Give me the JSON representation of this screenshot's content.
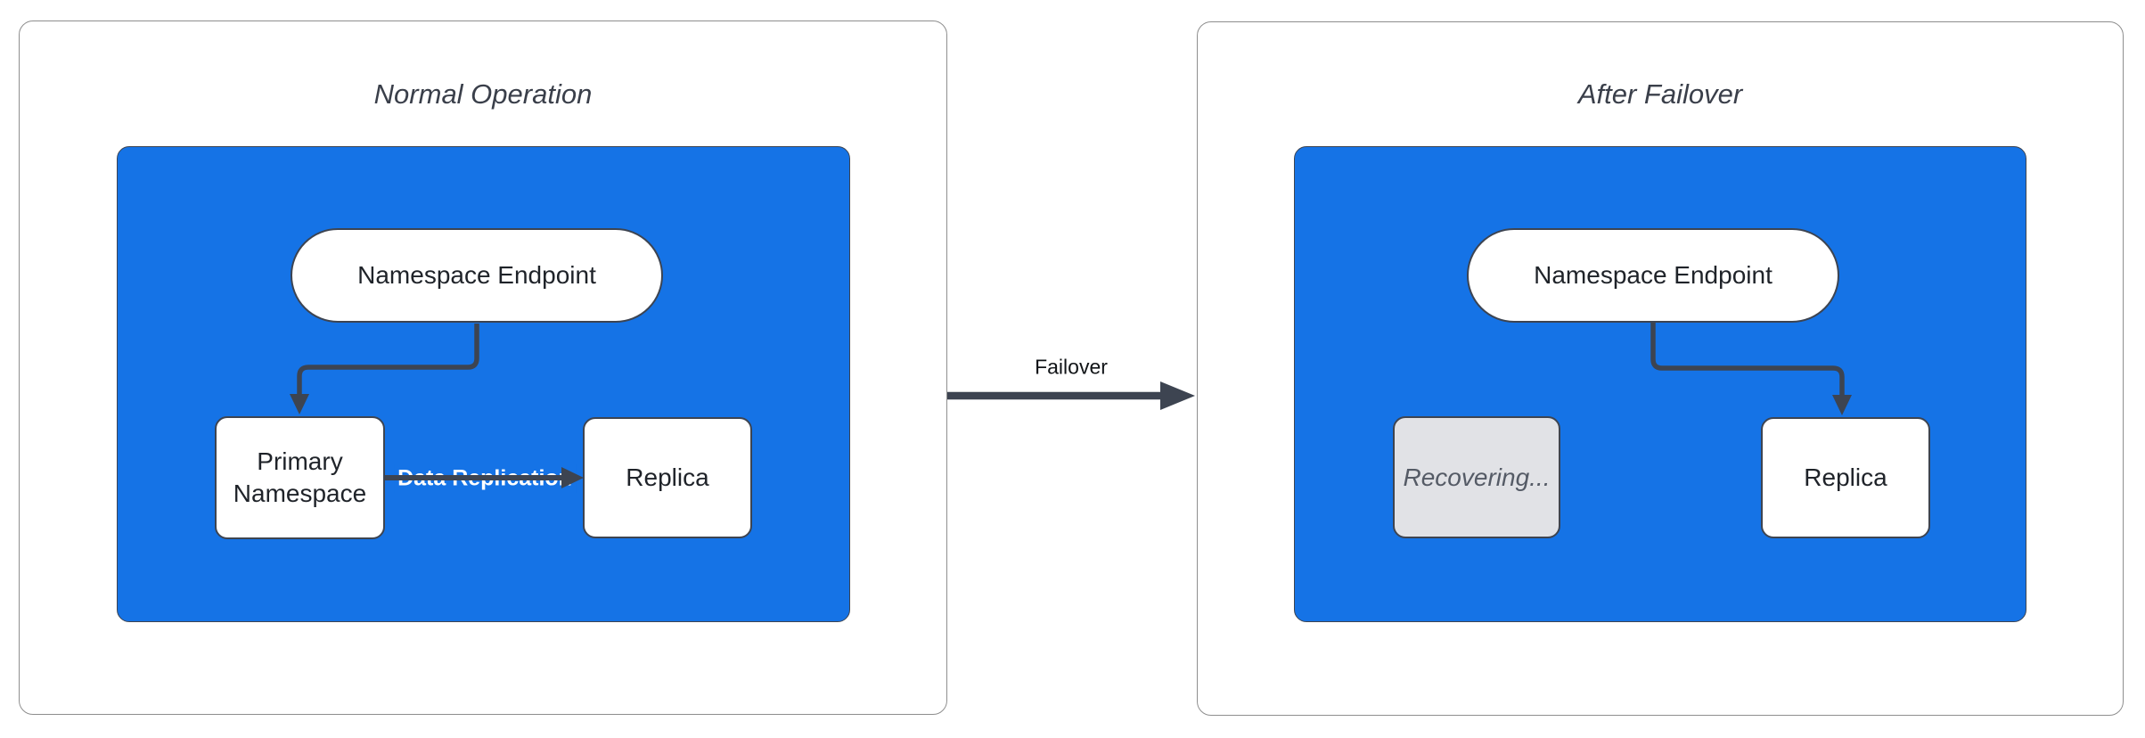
{
  "colors": {
    "container_blue": "#1573E6",
    "stroke": "#3D4451",
    "node_fill": "#FFFFFF",
    "recovering_fill": "#E1E2E6",
    "recovering_text": "#555B66",
    "title_text": "#3A3F4A",
    "label_text": "#1F2329",
    "panel_border": "#8E8E8E",
    "replication_text": "#FFFFFF",
    "page_bg": "#FFFFFF"
  },
  "panels": [
    {
      "title": "Normal Operation",
      "endpoint": "Namespace Endpoint",
      "primary": "Primary Namespace",
      "replica": "Replica",
      "replication_label": "Data Replication"
    },
    {
      "title": "After Failover",
      "endpoint": "Namespace Endpoint",
      "recovering": "Recovering...",
      "replica": "Replica"
    }
  ],
  "failover_label": "Failover"
}
